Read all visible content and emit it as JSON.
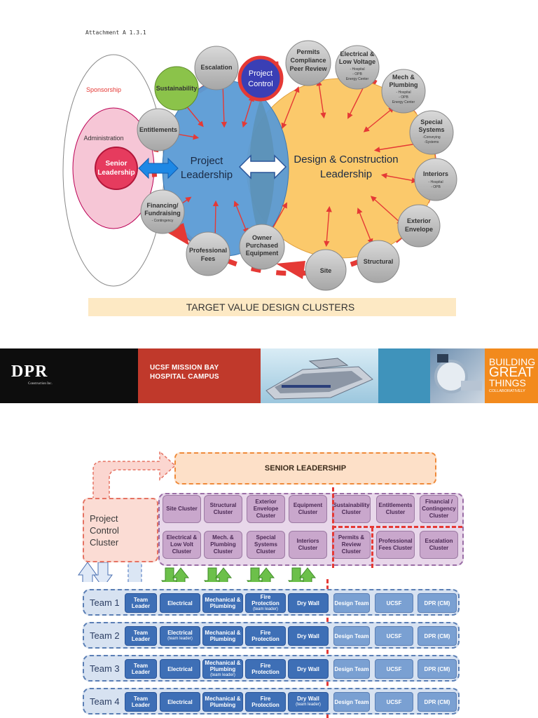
{
  "attachment": "Attachment A 1.3.1",
  "diagram": {
    "sponsorship": "Sponsorship",
    "administration": "Administration",
    "senior_leadership_l1": "Senior",
    "senior_leadership_l2": "Leadership",
    "project_leadership_l1": "Project",
    "project_leadership_l2": "Leadership",
    "dc_leadership_l1": "Design & Construction",
    "dc_leadership_l2": "Leadership",
    "project_control_l1": "Project",
    "project_control_l2": "Control",
    "nodes": {
      "escalation": "Escalation",
      "sustainability": "Sustainability",
      "entitlements": "Entitlements",
      "financing_l1": "Financing/",
      "financing_l2": "Fundraising",
      "financing_sub": "- Contingency",
      "professional_l1": "Professional",
      "professional_l2": "Fees",
      "owner_l1": "Owner",
      "owner_l2": "Purchased",
      "owner_l3": "Equipment",
      "site": "Site",
      "structural": "Structural",
      "exterior_l1": "Exterior",
      "exterior_l2": "Envelope",
      "interiors": "Interiors",
      "interiors_sub1": "- Hospital",
      "interiors_sub2": "- OPB",
      "special_l1": "Special",
      "special_l2": "Systems",
      "special_sub1": "-Conveying",
      "special_sub2": "-Systems",
      "mech_l1": "Mech &",
      "mech_l2": "Plumbing",
      "mech_sub1": "- Hospital",
      "mech_sub2": "- OPB",
      "mech_sub3": "Energy Center",
      "elec_l1": "Electrical &",
      "elec_l2": "Low Voltage",
      "elec_sub1": "- Hospital",
      "elec_sub2": "- OPB",
      "elec_sub3": "Energy Center",
      "permits_l1": "Permits",
      "permits_l2": "Compliance",
      "permits_l3": "Peer Review"
    },
    "caption": "TARGET VALUE DESIGN CLUSTERS"
  },
  "banner": {
    "logo": "DPR",
    "logo_sub": "Construction Inc.",
    "campus_l1": "UCSF MISSION BAY",
    "campus_l2": "HOSPITAL CAMPUS",
    "tag_l1": "BUILDING",
    "tag_l2": "GREAT",
    "tag_l3": "THINGS",
    "tag_l4": "COLLABORATIVELY"
  },
  "org": {
    "senior_leadership": "SENIOR LEADERSHIP",
    "project_control_l1": "Project",
    "project_control_l2": "Control",
    "project_control_l3": "Cluster",
    "clusters_row1": [
      "Site Cluster",
      "Structural Cluster",
      "Exterior Envelope Cluster",
      "Equipment Cluster",
      "Sustainability Cluster",
      "Entitlements Cluster",
      "Financial / Contingency Cluster"
    ],
    "clusters_row2": [
      "Electrical & Low Volt Cluster",
      "Mech. & Plumbing Cluster",
      "Special Systems Cluster",
      "Interiors Cluster",
      "Permits & Review Cluster",
      "Professional Fees Cluster",
      "Escalation Cluster"
    ],
    "teams": [
      {
        "label": "Team 1",
        "leader": "Team Leader",
        "electrical": "Electrical",
        "electrical_sub": "",
        "mech": "Mechanical & Plumbing",
        "mech_sub": "",
        "fire": "Fire Protection",
        "fire_sub": "(team leader)",
        "drywall": "Dry Wall",
        "drywall_sub": "",
        "design": "Design Team",
        "ucsf": "UCSF",
        "dpr": "DPR (CM)"
      },
      {
        "label": "Team 2",
        "leader": "Team Leader",
        "electrical": "Electrical",
        "electrical_sub": "(team leader)",
        "mech": "Mechanical & Plumbing",
        "mech_sub": "",
        "fire": "Fire Protection",
        "fire_sub": "",
        "drywall": "Dry Wall",
        "drywall_sub": "",
        "design": "Design Team",
        "ucsf": "UCSF",
        "dpr": "DPR (CM)"
      },
      {
        "label": "Team 3",
        "leader": "Team Leader",
        "electrical": "Electrical",
        "electrical_sub": "",
        "mech": "Mechanical & Plumbing",
        "mech_sub": "(team leader)",
        "fire": "Fire Protection",
        "fire_sub": "",
        "drywall": "Dry Wall",
        "drywall_sub": "",
        "design": "Design Team",
        "ucsf": "UCSF",
        "dpr": "DPR (CM)"
      },
      {
        "label": "Team 4",
        "leader": "Team Leader",
        "electrical": "Electrical",
        "electrical_sub": "",
        "mech": "Mechanical & Plumbing",
        "mech_sub": "",
        "fire": "Fire Protection",
        "fire_sub": "",
        "drywall": "Dry Wall",
        "drywall_sub": "(team leader)",
        "design": "Design Team",
        "ucsf": "UCSF",
        "dpr": "DPR (CM)"
      }
    ]
  }
}
